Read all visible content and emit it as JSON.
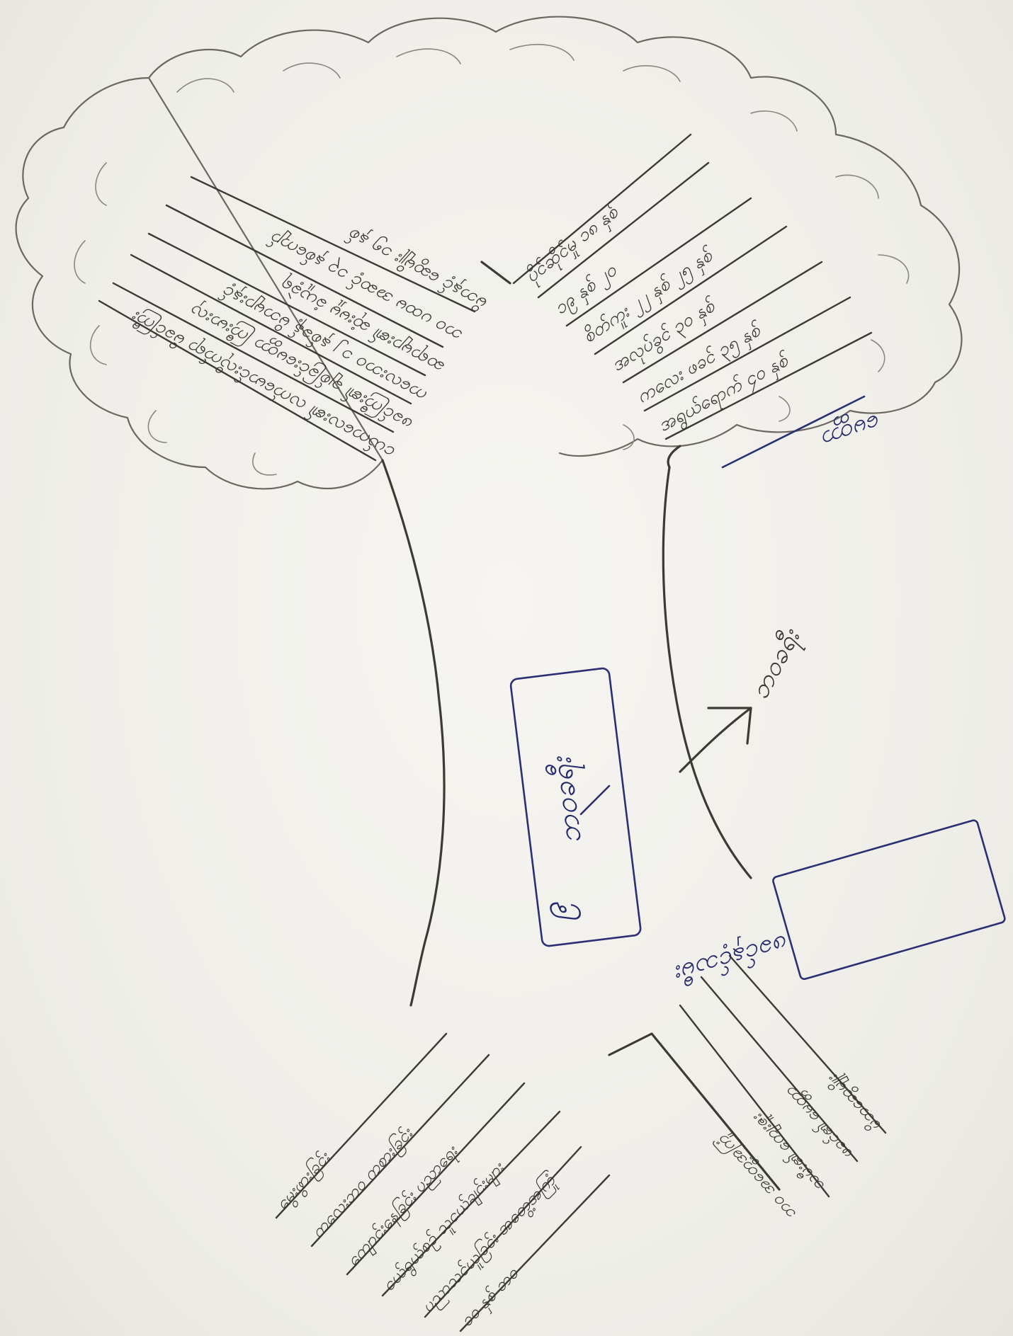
{
  "center_box": {
    "number": "၉",
    "title": "ဘဝခရီး"
  },
  "right_box": {
    "title": "ဖခင်နှင့်သမီး"
  },
  "canopy_left": {
    "lines": [
      "ငယ်ကလေး၏ လက်မောင်းလိုက်ရာ မိခင်ကြီး",
      "ဖခင်ကြီး၏ ချစ်ခြင်းမေတ္တာ ကြီးမားလှ",
      "ကလေးဘဝ ၁၂ နှစ်ခန့် မိဘများနှင့်",
      "ဆရာများ၏ ဆုံးမမှု ခံယူခဲ့ရ",
      "ဘဝ ပထမ အဆင့် ၁၃ နှစ်ကျော်",
      "မိဘနှင့် ဆွေမျိုး ၁၅ နှစ်"
    ]
  },
  "canopy_right": {
    "lines": [
      "ပိုင်ဆိုင်မှု ၁၈ နှစ်",
      "၁၉ နှစ် ၂၀",
      "စိတ်ကူး ၂၂ နှစ် ၂၅ နှစ်",
      "အလုပ်ခွင် ၃၀ နှစ်",
      "ကလေး ဖခင် ၃၅ နှစ်",
      "အရွယ်ရောက် ၄၀ နှစ်"
    ],
    "blue_note": "မေတ္တာ"
  },
  "arrow_label": "ဘဝခရီး",
  "roots_left": {
    "lines": [
      "မွေးဖွားခြင်း",
      "ကလေးဘဝ ကစားခြင်း",
      "ကျောင်းနေခြင်း ပညာရေး",
      "ငယ်ရွယ်စဉ် သူငယ်ချင်းများ",
      "ပညာသင်ယူခြင်း အတွေ့အကြုံ",
      "၁၀ နှစ် ဘဝ"
    ]
  },
  "roots_right": {
    "lines": [
      "မိဘဆွေမျိုး",
      "ဖခင်၏ မေတ္တာ",
      "သမီး၏ ကျေးဇူး",
      "ဘဝ အတွေ့အကြုံ"
    ]
  }
}
